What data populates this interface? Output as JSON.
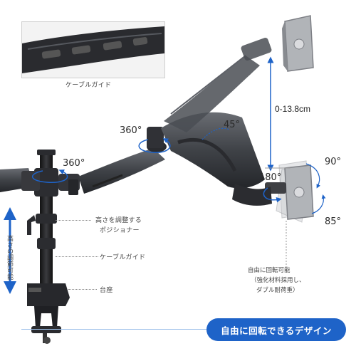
{
  "callouts": {
    "cable_guide_top": "ケーブルガイド",
    "height_adjust_line1": "高さを調整する",
    "height_adjust_line2": "ポジショナー",
    "cable_guide_pole": "ケーブルガイド",
    "base": "台座",
    "rotation_line1": "自由に回転可能",
    "rotation_line2": "（強化材料採用し、",
    "rotation_line3": "ダブル耐荷重）"
  },
  "side_label": "高さの調節可能",
  "angles": {
    "swivel_left": "360°",
    "swivel_mid": "360°",
    "tilt": "45°",
    "rotate": "180°",
    "tilt_up": "90°",
    "tilt_down": "85°"
  },
  "dimension": "0-13.8cm",
  "banner": "自由に回転できるデザイン",
  "colors": {
    "banner": "#1e63c8",
    "arm": "#4b4e54",
    "arm_dark": "#2b2d31",
    "pole": "#1f2024"
  }
}
